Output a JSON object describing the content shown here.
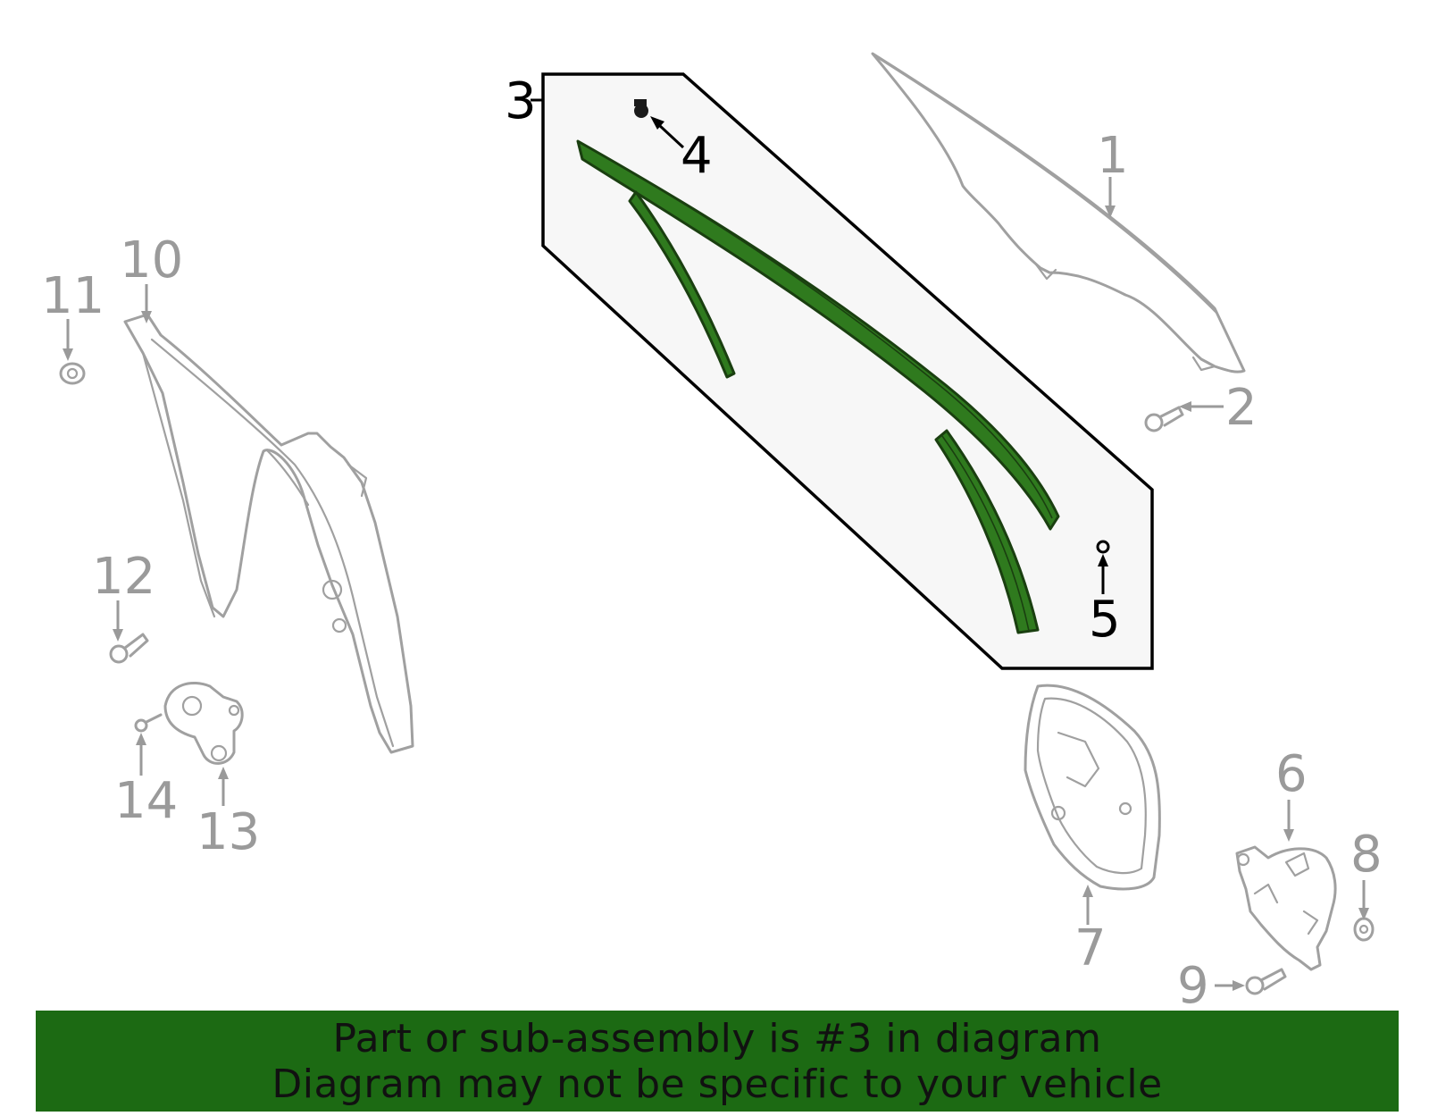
{
  "callouts": {
    "c1": "1",
    "c2": "2",
    "c3": "3",
    "c4": "4",
    "c5": "5",
    "c6": "6",
    "c7": "7",
    "c8": "8",
    "c9": "9",
    "c10": "10",
    "c11": "11",
    "c12": "12",
    "c13": "13",
    "c14": "14"
  },
  "highlight_part": "3",
  "colors": {
    "highlight_fill": "#2f7a1e",
    "highlight_outline": "#1a3f10",
    "banner_bg": "#1c6a13",
    "part_line": "#a0a0a0",
    "callout_grey": "#9a9a9a",
    "inset_bg": "#f7f7f7"
  },
  "banner": {
    "line1": "Part or sub-assembly is #3 in diagram",
    "line2": "Diagram may not be specific to your vehicle"
  }
}
